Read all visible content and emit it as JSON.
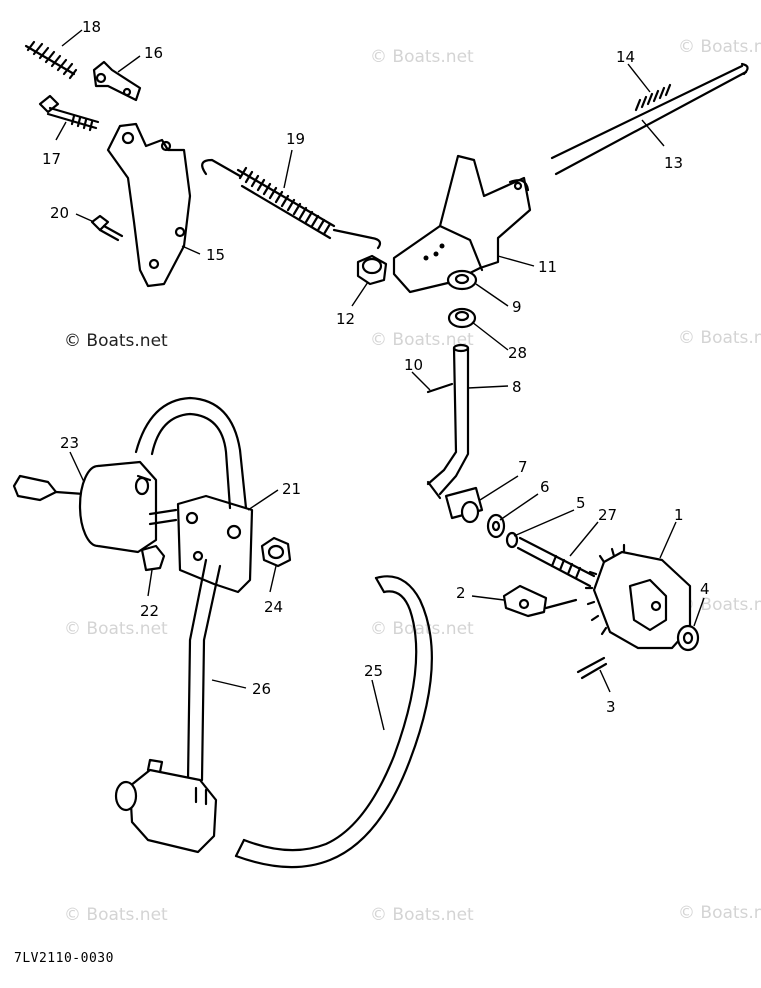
{
  "diagram_code": "7LV2110-0030",
  "watermark": "© Boats.net",
  "parts": [
    {
      "no": "1"
    },
    {
      "no": "2"
    },
    {
      "no": "3"
    },
    {
      "no": "4"
    },
    {
      "no": "5"
    },
    {
      "no": "6"
    },
    {
      "no": "7"
    },
    {
      "no": "8"
    },
    {
      "no": "9"
    },
    {
      "no": "10"
    },
    {
      "no": "11"
    },
    {
      "no": "12"
    },
    {
      "no": "13"
    },
    {
      "no": "14"
    },
    {
      "no": "15"
    },
    {
      "no": "16"
    },
    {
      "no": "17"
    },
    {
      "no": "18"
    },
    {
      "no": "19"
    },
    {
      "no": "20"
    },
    {
      "no": "21"
    },
    {
      "no": "22"
    },
    {
      "no": "23"
    },
    {
      "no": "24"
    },
    {
      "no": "25"
    },
    {
      "no": "26"
    },
    {
      "no": "27"
    },
    {
      "no": "28"
    }
  ]
}
